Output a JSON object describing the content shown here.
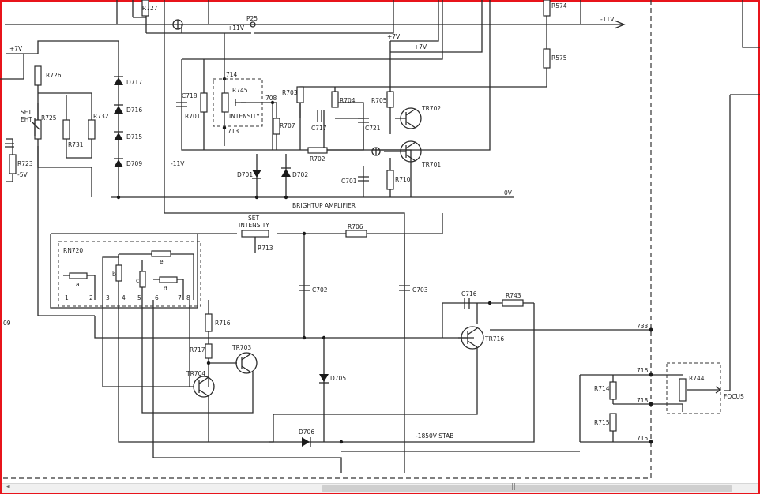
{
  "diagram": {
    "ref_labels": [
      "R727",
      "P25",
      "R574",
      "R575",
      "R726",
      "R725",
      "R731",
      "R732",
      "R723",
      "R701",
      "R745",
      "R707",
      "R703",
      "R704",
      "R705",
      "R702",
      "R710",
      "R706",
      "R713",
      "R716",
      "R717",
      "R743",
      "R714",
      "R715",
      "R744"
    ],
    "cap_labels": [
      "C718",
      "C717",
      "C721",
      "C701",
      "C702",
      "C703",
      "C716"
    ],
    "diode_labels": [
      "D717",
      "D716",
      "D715",
      "D709",
      "D701",
      "D702",
      "D705",
      "D706"
    ],
    "transistor_labels": [
      "TR702",
      "TR701",
      "TR703",
      "TR704",
      "TR716"
    ],
    "node_labels": [
      "714",
      "708",
      "713",
      "733",
      "716",
      "718",
      "715"
    ],
    "rail_labels": {
      "p11_top": "+11V",
      "m11_top": "-11V",
      "p7_a": "+7V",
      "p7_b": "+7V",
      "p7_left": "+7V",
      "m11_mid": "-11V",
      "m5": "-5V",
      "zero_v": "0V",
      "stab": "-1850V STAB"
    },
    "text_labels": {
      "set": "SET",
      "eht": "EHT",
      "intensity_inner": "INTENSITY",
      "brightup": "BRIGHTUP  AMPLIFIER",
      "set_int_1": "SET",
      "set_int_2": "INTENSITY",
      "rn720": "RN720",
      "focus": "FOCUS",
      "edge_09": "09"
    },
    "rn720_letters": [
      "a",
      "b",
      "c",
      "d",
      "e"
    ],
    "rn720_pins": [
      "1",
      "2",
      "3",
      "4",
      "5",
      "6",
      "7",
      "8"
    ]
  },
  "window": {
    "scroll_grip": "|||"
  }
}
